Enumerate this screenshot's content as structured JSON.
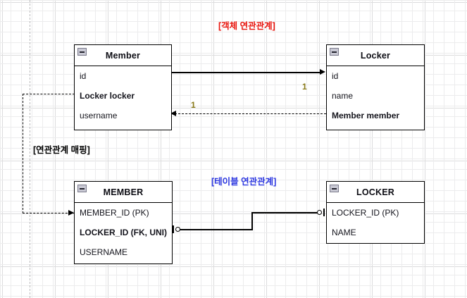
{
  "diagram": {
    "labels": [
      {
        "id": "object-relation",
        "text": "[객체 연관관계]",
        "color": "#e8140c"
      },
      {
        "id": "mapping",
        "text": "[연관관계 매핑]",
        "color": "#000000"
      },
      {
        "id": "table-relation",
        "text": "[테이블 연관관계]",
        "color": "#2b36e0"
      }
    ],
    "multiplicity": [
      {
        "id": "locker-to-member-one",
        "text": "1"
      },
      {
        "id": "member-to-locker-one",
        "text": "1"
      }
    ]
  },
  "entities": {
    "member": {
      "title": "Member",
      "collapse_icon": "minus-icon",
      "rows": [
        {
          "text": "id",
          "bold": false
        },
        {
          "text": "Locker locker",
          "bold": true
        },
        {
          "text": "username",
          "bold": false
        }
      ]
    },
    "locker": {
      "title": "Locker",
      "collapse_icon": "minus-icon",
      "rows": [
        {
          "text": "name",
          "bold": false
        },
        {
          "text": "id",
          "bold": false
        },
        {
          "text": "Member member",
          "bold": true
        }
      ],
      "rows_ordered": [
        {
          "text": "id",
          "bold": false
        },
        {
          "text": "name",
          "bold": false
        },
        {
          "text": "Member member",
          "bold": true
        }
      ]
    },
    "member_table": {
      "title": "MEMBER",
      "collapse_icon": "minus-icon",
      "rows": [
        {
          "text": "MEMBER_ID (PK)",
          "bold": false
        },
        {
          "text": "LOCKER_ID (FK, UNI)",
          "bold": true
        },
        {
          "text": "USERNAME",
          "bold": false
        }
      ]
    },
    "locker_table": {
      "title": "LOCKER",
      "collapse_icon": "minus-icon",
      "rows": [
        {
          "text": "LOCKER_ID (PK)",
          "bold": false
        },
        {
          "text": "NAME",
          "bold": false
        }
      ]
    }
  }
}
